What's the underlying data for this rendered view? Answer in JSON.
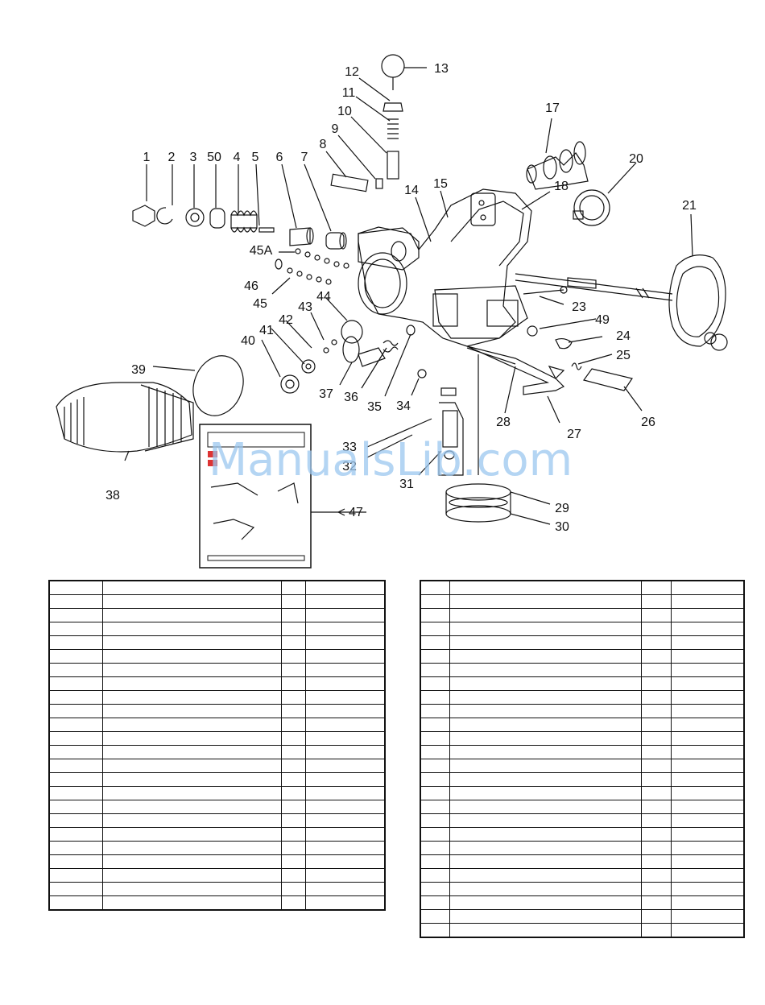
{
  "callouts": [
    {
      "id": "c1",
      "text": "1"
    },
    {
      "id": "c2",
      "text": "2"
    },
    {
      "id": "c3",
      "text": "3"
    },
    {
      "id": "c50",
      "text": "50"
    },
    {
      "id": "c4",
      "text": "4"
    },
    {
      "id": "c5",
      "text": "5"
    },
    {
      "id": "c6",
      "text": "6"
    },
    {
      "id": "c7",
      "text": "7"
    },
    {
      "id": "c8",
      "text": "8"
    },
    {
      "id": "c9",
      "text": "9"
    },
    {
      "id": "c10",
      "text": "10"
    },
    {
      "id": "c11",
      "text": "11"
    },
    {
      "id": "c12",
      "text": "12"
    },
    {
      "id": "c13",
      "text": "13"
    },
    {
      "id": "c14",
      "text": "14"
    },
    {
      "id": "c15",
      "text": "15"
    },
    {
      "id": "c17",
      "text": "17"
    },
    {
      "id": "c18",
      "text": "18"
    },
    {
      "id": "c20",
      "text": "20"
    },
    {
      "id": "c21",
      "text": "21"
    },
    {
      "id": "c23",
      "text": "23"
    },
    {
      "id": "c49",
      "text": "49"
    },
    {
      "id": "c24",
      "text": "24"
    },
    {
      "id": "c25",
      "text": "25"
    },
    {
      "id": "c26",
      "text": "26"
    },
    {
      "id": "c27",
      "text": "27"
    },
    {
      "id": "c28",
      "text": "28"
    },
    {
      "id": "c29",
      "text": "29"
    },
    {
      "id": "c30",
      "text": "30"
    },
    {
      "id": "c31",
      "text": "31"
    },
    {
      "id": "c32",
      "text": "32"
    },
    {
      "id": "c33",
      "text": "33"
    },
    {
      "id": "c34",
      "text": "34"
    },
    {
      "id": "c35",
      "text": "35"
    },
    {
      "id": "c36",
      "text": "36"
    },
    {
      "id": "c37",
      "text": "37"
    },
    {
      "id": "c38",
      "text": "38"
    },
    {
      "id": "c39",
      "text": "39"
    },
    {
      "id": "c40",
      "text": "40"
    },
    {
      "id": "c41",
      "text": "41"
    },
    {
      "id": "c42",
      "text": "42"
    },
    {
      "id": "c43",
      "text": "43"
    },
    {
      "id": "c44",
      "text": "44"
    },
    {
      "id": "c45",
      "text": "45"
    },
    {
      "id": "c45a",
      "text": "45A"
    },
    {
      "id": "c46",
      "text": "46"
    },
    {
      "id": "c47",
      "text": "47"
    }
  ],
  "watermark": "ManualsLib.com",
  "colors": {
    "line": "#111111",
    "watermark": "#9cc7ef"
  },
  "tables": {
    "left": {
      "rows": 24,
      "cols": 4
    },
    "right": {
      "rows": 26,
      "cols": 4
    }
  }
}
